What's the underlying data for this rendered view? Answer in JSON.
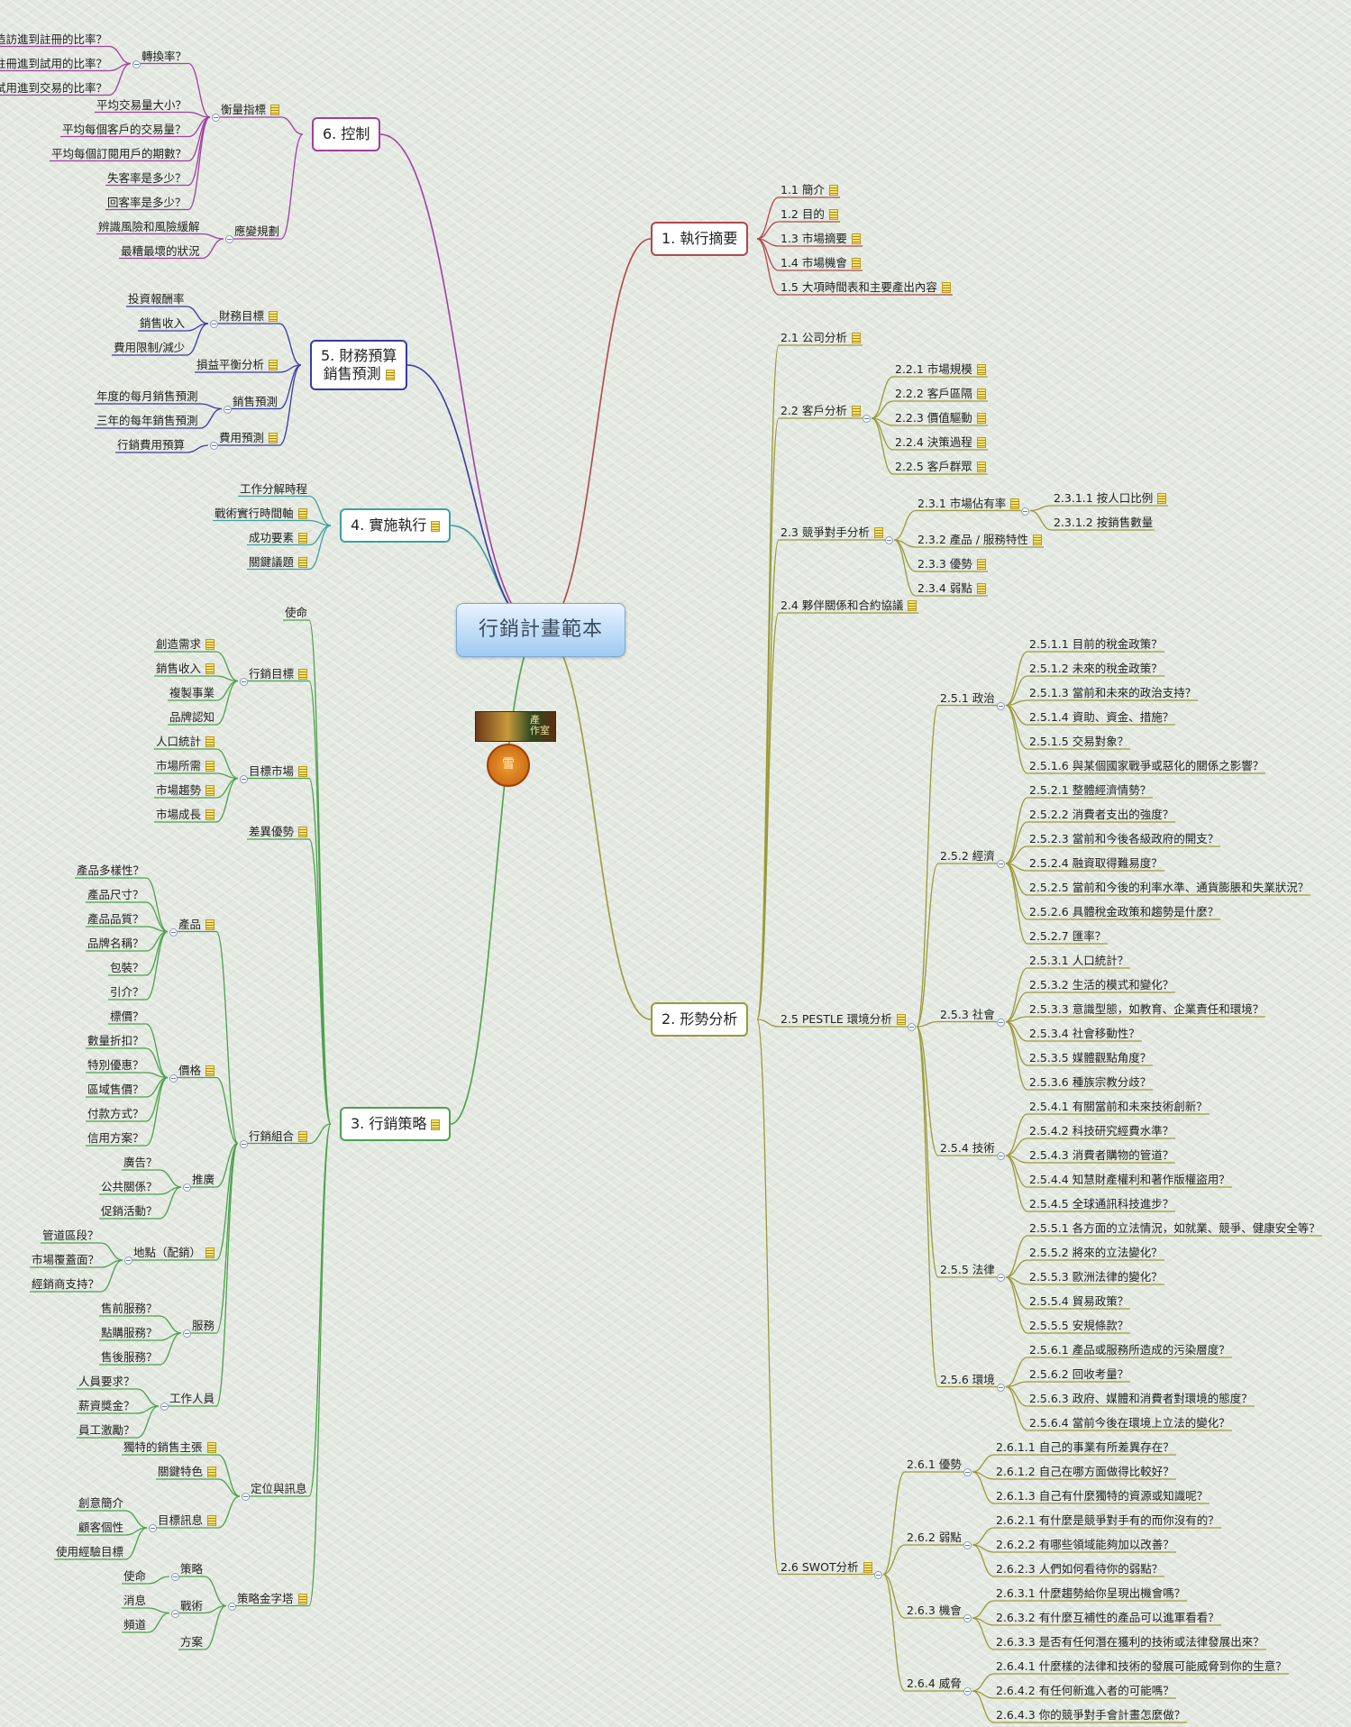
{
  "root": {
    "label": "行銷計畫範本"
  },
  "branches": [
    {
      "label": "1. 執行摘要",
      "side": "right",
      "color": "#b04848",
      "children": [
        {
          "label": "1.1  簡介",
          "note": true
        },
        {
          "label": "1.2  目的",
          "note": true
        },
        {
          "label": "1.3  市場摘要",
          "note": true
        },
        {
          "label": "1.4  市場機會",
          "note": true
        },
        {
          "label": "1.5  大項時間表和主要產出內容",
          "note": true
        }
      ]
    },
    {
      "label": "2. 形勢分析",
      "side": "right",
      "color": "#9a9a3a",
      "children": [
        {
          "label": "2.1  公司分析",
          "note": true
        },
        {
          "label": "2.2  客戶分析",
          "note": true,
          "children": [
            {
              "label": "2.2.1  市場規模",
              "note": true
            },
            {
              "label": "2.2.2  客戶區隔",
              "note": true
            },
            {
              "label": "2.2.3  價值驅動",
              "note": true
            },
            {
              "label": "2.2.4  決策過程",
              "note": true
            },
            {
              "label": "2.2.5  客戶群眾",
              "note": true
            }
          ]
        },
        {
          "label": "2.3  競爭對手分析",
          "note": true,
          "children": [
            {
              "label": "2.3.1  市場佔有率",
              "note": true,
              "children": [
                {
                  "label": "2.3.1.1  按人口比例",
                  "note": true
                },
                {
                  "label": "2.3.1.2  按銷售數量"
                }
              ]
            },
            {
              "label": "2.3.2  產品 / 服務特性",
              "note": true
            },
            {
              "label": "2.3.3  優勢",
              "note": true
            },
            {
              "label": "2.3.4  弱點",
              "note": true
            }
          ]
        },
        {
          "label": "2.4  夥伴關係和合約協議",
          "note": true
        },
        {
          "label": "2.5  PESTLE 環境分析",
          "note": true,
          "children": [
            {
              "label": "2.5.1  政治",
              "children": [
                {
                  "label": "2.5.1.1  目前的稅金政策？"
                },
                {
                  "label": "2.5.1.2  未來的稅金政策？"
                },
                {
                  "label": "2.5.1.3  當前和未來的政治支持？"
                },
                {
                  "label": "2.5.1.4  資助、資金、措施？"
                },
                {
                  "label": "2.5.1.5  交易對象？"
                },
                {
                  "label": "2.5.1.6  與某個國家戰爭或惡化的關係之影響？"
                }
              ]
            },
            {
              "label": "2.5.2  經濟",
              "children": [
                {
                  "label": "2.5.2.1  整體經濟情勢？"
                },
                {
                  "label": "2.5.2.2  消費者支出的強度？"
                },
                {
                  "label": "2.5.2.3  當前和今後各級政府的開支？"
                },
                {
                  "label": "2.5.2.4  融資取得難易度？"
                },
                {
                  "label": "2.5.2.5  當前和今後的利率水準、通貨膨脹和失業狀況？"
                },
                {
                  "label": "2.5.2.6  具體稅金政策和趨勢是什麼？"
                },
                {
                  "label": "2.5.2.7  匯率？"
                }
              ]
            },
            {
              "label": "2.5.3  社會",
              "children": [
                {
                  "label": "2.5.3.1  人口統計？"
                },
                {
                  "label": "2.5.3.2  生活的模式和變化？"
                },
                {
                  "label": "2.5.3.3  意識型態，如教育、企業責任和環境？"
                },
                {
                  "label": "2.5.3.4  社會移動性？"
                },
                {
                  "label": "2.5.3.5  媒體觀點角度？"
                },
                {
                  "label": "2.5.3.6  種族宗教分歧？"
                }
              ]
            },
            {
              "label": "2.5.4  技術",
              "children": [
                {
                  "label": "2.5.4.1  有關當前和未來技術創新？"
                },
                {
                  "label": "2.5.4.2  科技研究經費水準？"
                },
                {
                  "label": "2.5.4.3  消費者購物的管道？"
                },
                {
                  "label": "2.5.4.4  知慧財產權利和著作版權盜用？"
                },
                {
                  "label": "2.5.4.5  全球通訊科技進步？"
                }
              ]
            },
            {
              "label": "2.5.5  法律",
              "children": [
                {
                  "label": "2.5.5.1  各方面的立法情況，如就業、競爭、健康安全等？"
                },
                {
                  "label": "2.5.5.2  將來的立法變化？"
                },
                {
                  "label": "2.5.5.3  歐洲法律的變化？"
                },
                {
                  "label": "2.5.5.4  貿易政策？"
                },
                {
                  "label": "2.5.5.5  安規條款？"
                }
              ]
            },
            {
              "label": "2.5.6  環境",
              "children": [
                {
                  "label": "2.5.6.1  產品或服務所造成的污染層度？"
                },
                {
                  "label": "2.5.6.2  回收考量？"
                },
                {
                  "label": "2.5.6.3  政府、媒體和消費者對環境的態度？"
                },
                {
                  "label": "2.5.6.4  當前今後在環境上立法的變化？"
                }
              ]
            }
          ]
        },
        {
          "label": "2.6  SWOT分析",
          "note": true,
          "children": [
            {
              "label": "2.6.1  優勢",
              "children": [
                {
                  "label": "2.6.1.1  自己的事業有所差異存在？"
                },
                {
                  "label": "2.6.1.2  自己在哪方面做得比較好？"
                },
                {
                  "label": "2.6.1.3  自己有什麼獨特的資源或知識呢？"
                }
              ]
            },
            {
              "label": "2.6.2  弱點",
              "children": [
                {
                  "label": "2.6.2.1  有什麼是競爭對手有的而你沒有的？"
                },
                {
                  "label": "2.6.2.2  有哪些領域能夠加以改善？"
                },
                {
                  "label": "2.6.2.3  人們如何看待你的弱點？"
                }
              ]
            },
            {
              "label": "2.6.3  機會",
              "children": [
                {
                  "label": "2.6.3.1  什麼趨勢給你呈現出機會嗎？"
                },
                {
                  "label": "2.6.3.2  有什麼互補性的產品可以進軍看看？"
                },
                {
                  "label": "2.6.3.3  是否有任何潛在獲利的技術或法律發展出來？"
                }
              ]
            },
            {
              "label": "2.6.4  威脅",
              "children": [
                {
                  "label": "2.6.4.1  什麼樣的法律和技術的發展可能威脅到你的生意？"
                },
                {
                  "label": "2.6.4.2  有任何新進入者的可能嗎？"
                },
                {
                  "label": "2.6.4.3  你的競爭對手會計畫怎麼做？"
                }
              ]
            }
          ]
        }
      ]
    },
    {
      "label": "3. 行銷策略",
      "side": "left",
      "color": "#4ea04e",
      "note": true,
      "children": [
        {
          "label": "使命"
        },
        {
          "label": "行銷目標",
          "note": true,
          "children": [
            {
              "label": "創造需求",
              "note": true
            },
            {
              "label": "銷售收入",
              "note": true
            },
            {
              "label": "複製事業"
            },
            {
              "label": "品牌認知"
            }
          ]
        },
        {
          "label": "目標市場",
          "note": true,
          "children": [
            {
              "label": "人口統計",
              "note": true
            },
            {
              "label": "市場所需",
              "note": true
            },
            {
              "label": "市場趨勢",
              "note": true
            },
            {
              "label": "市場成長",
              "note": true
            }
          ]
        },
        {
          "label": "差異優勢",
          "note": true
        },
        {
          "label": "行銷組合",
          "note": true,
          "children": [
            {
              "label": "產品",
              "note": true,
              "children": [
                {
                  "label": "產品多樣性？"
                },
                {
                  "label": "產品尺寸？"
                },
                {
                  "label": "產品品質？"
                },
                {
                  "label": "品牌名稱？"
                },
                {
                  "label": "包裝？"
                },
                {
                  "label": "引介？"
                }
              ]
            },
            {
              "label": "價格",
              "note": true,
              "children": [
                {
                  "label": "標價？"
                },
                {
                  "label": "數量折扣？"
                },
                {
                  "label": "特別優惠？"
                },
                {
                  "label": "區域售價？"
                },
                {
                  "label": "付款方式？"
                },
                {
                  "label": "信用方案？"
                }
              ]
            },
            {
              "label": "推廣",
              "children": [
                {
                  "label": "廣告？"
                },
                {
                  "label": "公共關係？"
                },
                {
                  "label": "促銷活動？"
                }
              ]
            },
            {
              "label": "地點（配銷）",
              "note": true,
              "children": [
                {
                  "label": "管道區段？"
                },
                {
                  "label": "市場覆蓋面？"
                },
                {
                  "label": "經銷商支持？"
                }
              ]
            },
            {
              "label": "服務",
              "children": [
                {
                  "label": "售前服務？"
                },
                {
                  "label": "點購服務？"
                },
                {
                  "label": "售後服務？"
                }
              ]
            },
            {
              "label": "工作人員",
              "children": [
                {
                  "label": "人員要求？"
                },
                {
                  "label": "薪資獎金？"
                },
                {
                  "label": "員工激勵？"
                }
              ]
            }
          ]
        },
        {
          "label": "定位與訊息",
          "children": [
            {
              "label": "獨特的銷售主張",
              "note": true
            },
            {
              "label": "關鍵特色",
              "note": true
            },
            {
              "label": "目標訊息",
              "note": true,
              "children": [
                {
                  "label": "創意簡介"
                },
                {
                  "label": "顧客個性"
                },
                {
                  "label": "使用經驗目標"
                }
              ]
            }
          ]
        },
        {
          "label": "策略金字塔",
          "note": true,
          "children": [
            {
              "label": "策略",
              "children": [
                {
                  "label": "使命"
                }
              ]
            },
            {
              "label": "戰術",
              "children": [
                {
                  "label": "消息"
                },
                {
                  "label": "頻道"
                }
              ]
            },
            {
              "label": "方案"
            }
          ]
        }
      ]
    },
    {
      "label": "4. 實施執行",
      "side": "left",
      "color": "#3fa0a0",
      "note": true,
      "children": [
        {
          "label": "工作分解時程"
        },
        {
          "label": "戰術實行時間軸",
          "note": true
        },
        {
          "label": "成功要素",
          "note": true
        },
        {
          "label": "關鍵議題",
          "note": true
        }
      ]
    },
    {
      "label": "5. 財務預算\n銷售預測",
      "side": "left",
      "color": "#3a3aa0",
      "note": true,
      "children": [
        {
          "label": "財務目標",
          "note": true,
          "children": [
            {
              "label": "投資報酬率"
            },
            {
              "label": "銷售收入"
            },
            {
              "label": "費用限制/減少"
            }
          ]
        },
        {
          "label": "損益平衡分析",
          "note": true
        },
        {
          "label": "銷售預測",
          "children": [
            {
              "label": "年度的每月銷售預測"
            },
            {
              "label": "三年的每年銷售預測"
            }
          ]
        },
        {
          "label": "費用預測",
          "note": true,
          "children": [
            {
              "label": "行銷費用預算"
            }
          ]
        }
      ]
    },
    {
      "label": "6. 控制",
      "side": "left",
      "color": "#a040a0",
      "children": [
        {
          "label": "衡量指標",
          "note": true,
          "children": [
            {
              "label": "轉換率？",
              "children": [
                {
                  "label": "造訪進到註冊的比率？"
                },
                {
                  "label": "註冊進到試用的比率？"
                },
                {
                  "label": "試用進到交易的比率？"
                }
              ]
            },
            {
              "label": "平均交易量大小？"
            },
            {
              "label": "平均每個客戶的交易量？"
            },
            {
              "label": "平均每個訂閱用戶的期數？"
            },
            {
              "label": "失客率是多少？"
            },
            {
              "label": "回客率是多少？"
            }
          ]
        },
        {
          "label": "應變規劃",
          "children": [
            {
              "label": "辨識風險和風險緩解"
            },
            {
              "label": "最糟最壞的狀況"
            }
          ]
        }
      ]
    }
  ],
  "logo": {
    "caption": "產 作室"
  },
  "seal": {
    "caption": "雪"
  }
}
